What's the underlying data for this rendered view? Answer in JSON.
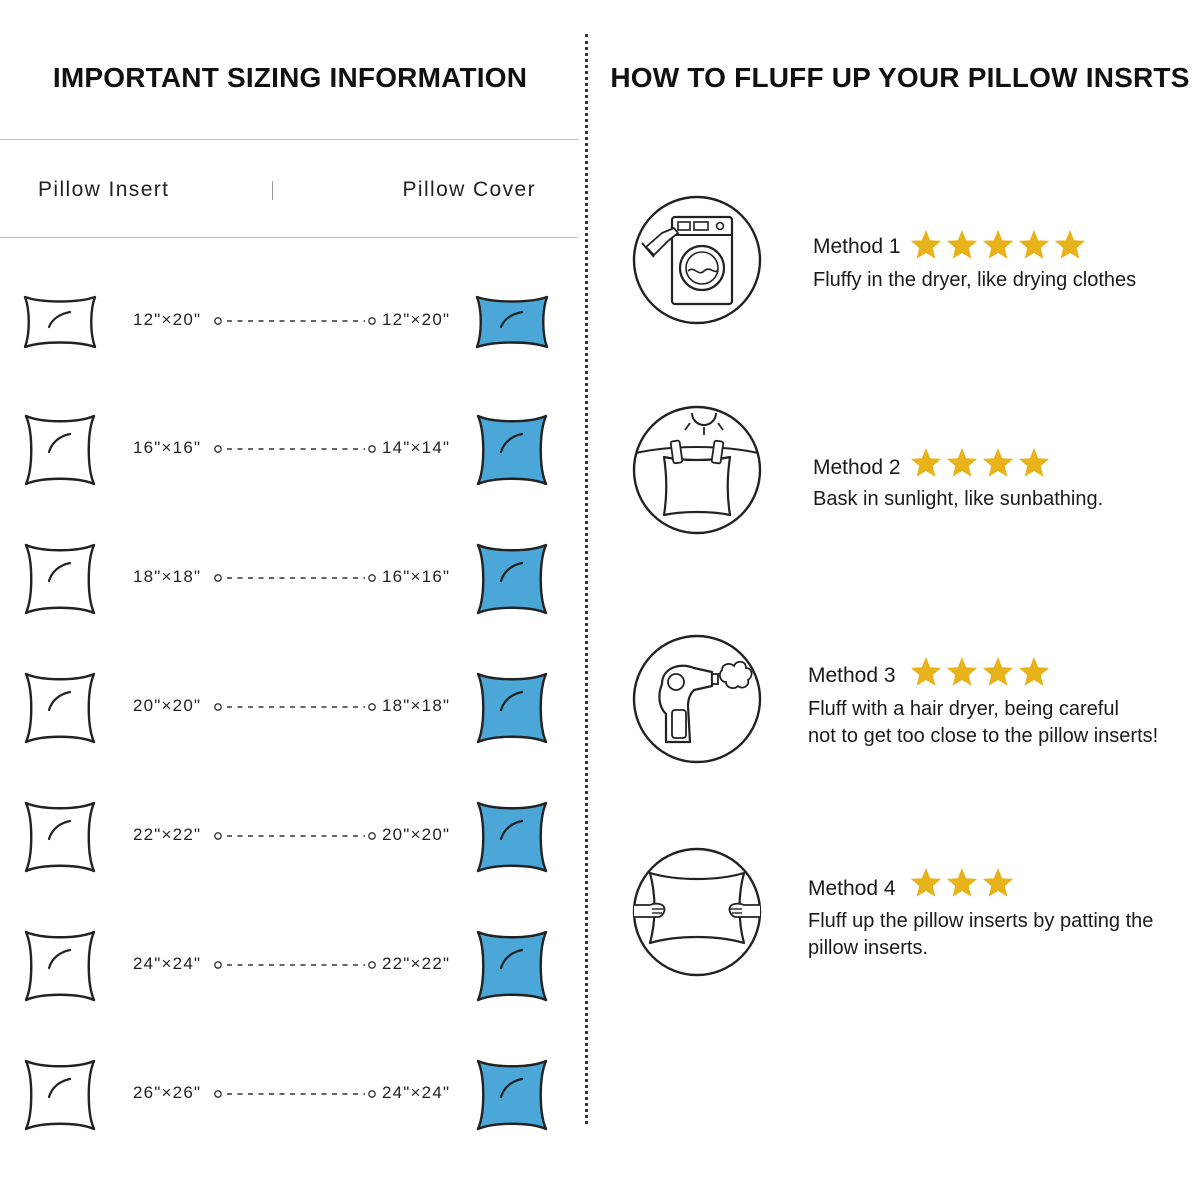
{
  "left_heading": "IMPORTANT SIZING INFORMATION",
  "right_heading": "HOW TO FLUFF UP YOUR PILLOW INSRTS",
  "columns": {
    "insert": "Pillow Insert",
    "cover": "Pillow Cover"
  },
  "colors": {
    "cover_fill": "#4aa7d8",
    "star": "#e8b21a",
    "line": "#222222"
  },
  "sizes": [
    {
      "insert": "12\"×20\"",
      "cover": "12\"×20\""
    },
    {
      "insert": "16\"×16\"",
      "cover": "14\"×14\""
    },
    {
      "insert": "18\"×18\"",
      "cover": "16\"×16\""
    },
    {
      "insert": "20\"×20\"",
      "cover": "18\"×18\""
    },
    {
      "insert": "22\"×22\"",
      "cover": "20\"×20\""
    },
    {
      "insert": "24\"×24\"",
      "cover": "22\"×22\""
    },
    {
      "insert": "26\"×26\"",
      "cover": "24\"×24\""
    }
  ],
  "methods": [
    {
      "title": "Method 1",
      "rating": 5,
      "icon": "washing-machine-icon",
      "lines": [
        "Fluffy in the dryer, like drying clothes"
      ]
    },
    {
      "title": "Method 2",
      "rating": 4,
      "icon": "sunlight-clothesline-icon",
      "lines": [
        "Bask in sunlight, like sunbathing."
      ]
    },
    {
      "title": "Method 3",
      "rating": 4,
      "icon": "hair-dryer-icon",
      "lines": [
        "Fluff with a hair dryer, being careful",
        "not to get too close to the pillow inserts!"
      ]
    },
    {
      "title": "Method 4",
      "rating": 3,
      "icon": "patting-hands-icon",
      "lines": [
        "Fluff up the pillow inserts by patting the",
        "pillow inserts."
      ]
    }
  ]
}
